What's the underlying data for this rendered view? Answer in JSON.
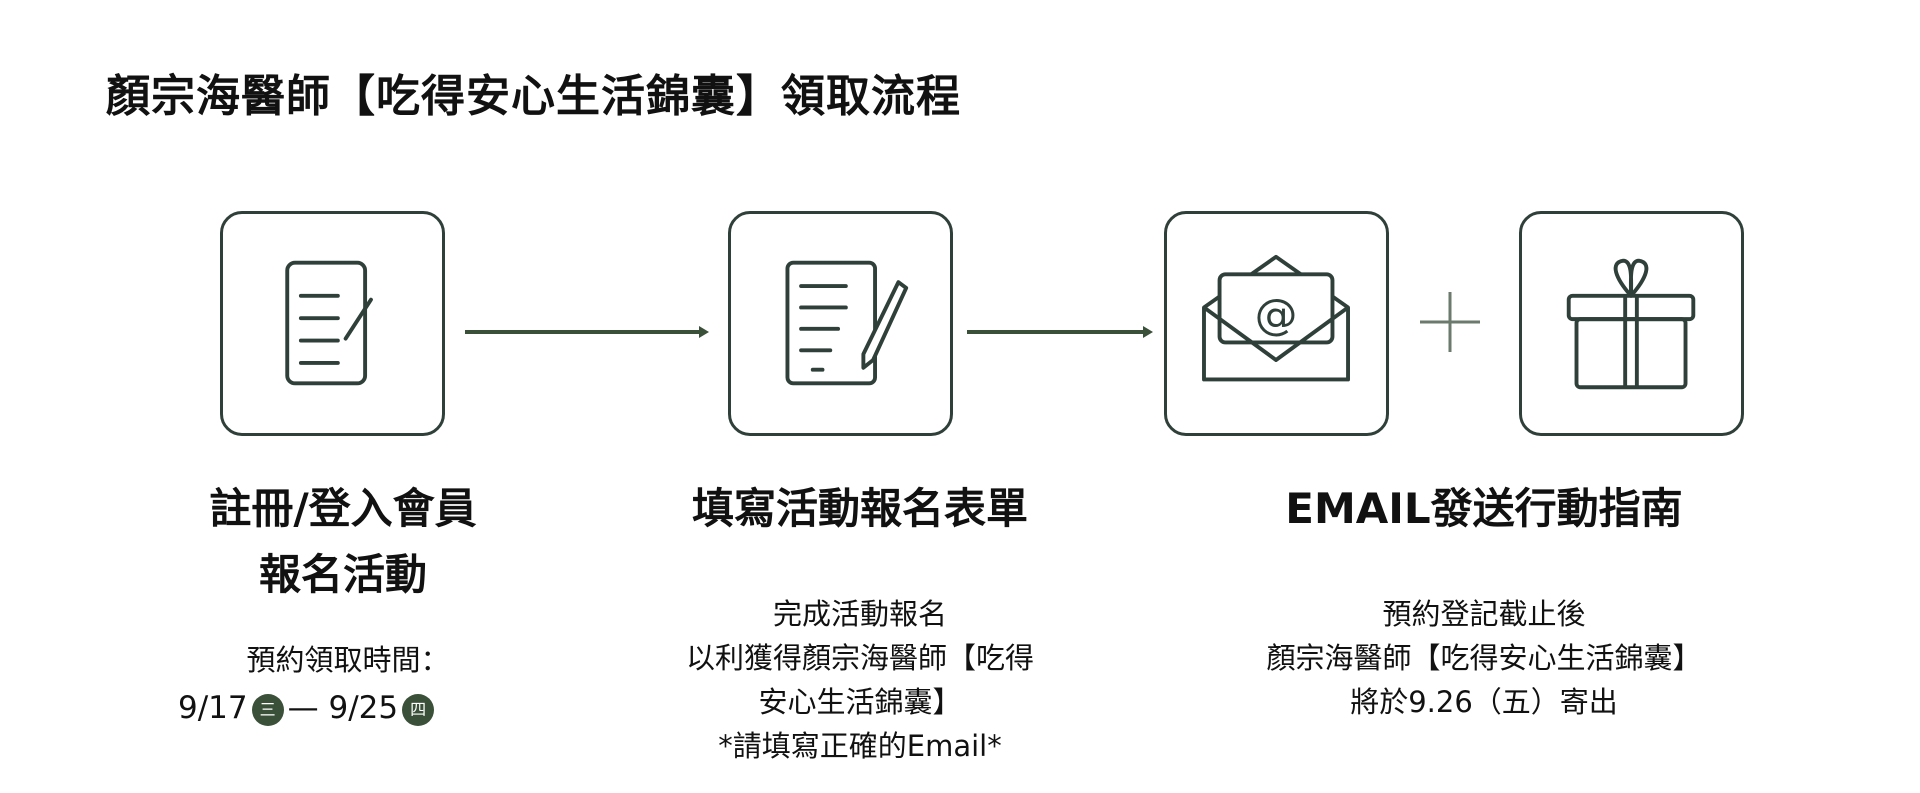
{
  "title": "顏宗海醫師【吃得安心生活錦囊】領取流程",
  "steps": [
    {
      "icon": "document-icon",
      "heading_lines": [
        "註冊/登入會員",
        "報名活動"
      ],
      "note_label": "預約領取時間：",
      "date_start": "9/17",
      "day_start": "三",
      "date_sep": "—",
      "date_end": "9/25",
      "day_end": "四"
    },
    {
      "icon": "form-pen-icon",
      "heading": "填寫活動報名表單",
      "lines": [
        "完成活動報名",
        "以利獲得顏宗海醫師【吃得",
        "安心生活錦囊】",
        "*請填寫正確的Email*"
      ]
    },
    {
      "icon": "email-icon",
      "icon2": "gift-icon",
      "heading": "EMAIL發送行動指南",
      "lines": [
        "預約登記截止後",
        "顏宗海醫師【吃得安心生活錦囊】",
        "將於9.26（五）寄出"
      ]
    }
  ],
  "colors": {
    "accent": "#3a5038",
    "border": "#2f3f3a"
  }
}
